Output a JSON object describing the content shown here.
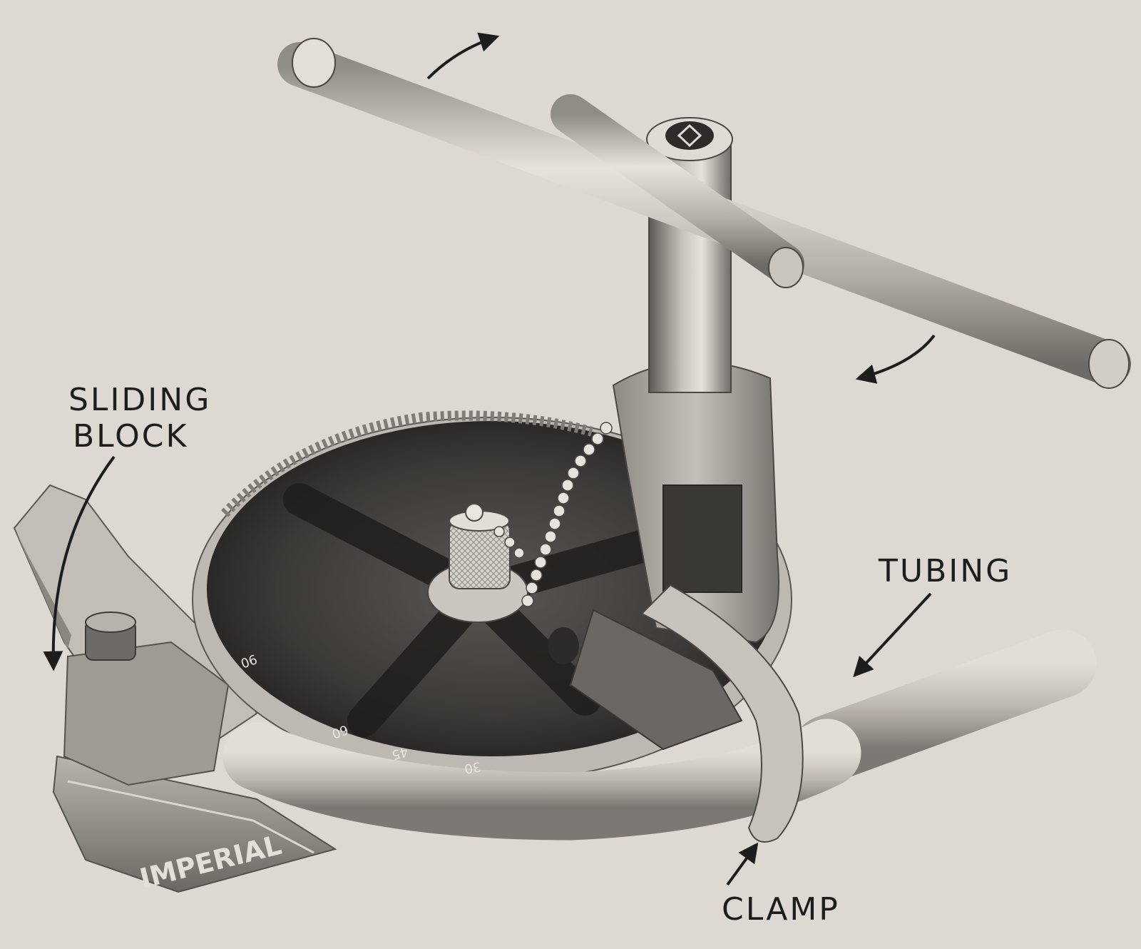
{
  "labels": {
    "sliding_block_line1": "SLIDING",
    "sliding_block_line2": "BLOCK",
    "tubing": "TUBING",
    "clamp": "CLAMP"
  },
  "engravings": {
    "brand": "IMPERIAL",
    "scale_marks": [
      "90",
      "60",
      "45",
      "30"
    ]
  },
  "palette": {
    "paper": "#ddd9d2",
    "metal_light": "#cfcbc4",
    "metal_mid": "#a9a59e",
    "metal_dark": "#4a4744",
    "ink": "#1d1d1d"
  }
}
